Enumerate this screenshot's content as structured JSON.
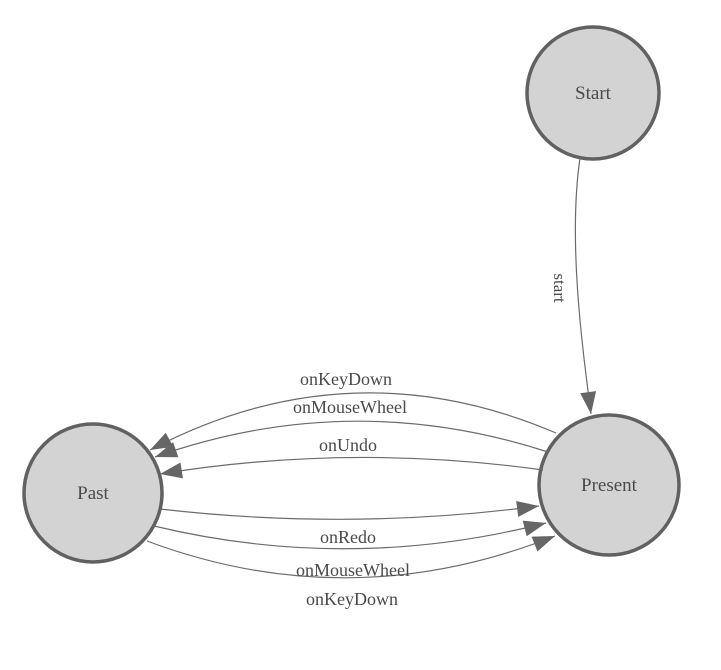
{
  "diagram": {
    "type": "state-diagram",
    "colors": {
      "background": "#ffffff",
      "node_fill": "#d3d3d3",
      "node_border": "#616161",
      "edge_line": "#6b6b6b",
      "arrowhead": "#666666",
      "text": "#4a4a4a"
    },
    "nodes": [
      {
        "id": "start",
        "label": "Start"
      },
      {
        "id": "past",
        "label": "Past"
      },
      {
        "id": "present",
        "label": "Present"
      }
    ],
    "edges": [
      {
        "id": "start-to-present",
        "from": "Start",
        "to": "Present",
        "label": "start"
      },
      {
        "id": "present-to-past-keydown",
        "from": "Present",
        "to": "Past",
        "label": "onKeyDown"
      },
      {
        "id": "present-to-past-mousewheel",
        "from": "Present",
        "to": "Past",
        "label": "onMouseWheel"
      },
      {
        "id": "present-to-past-undo",
        "from": "Present",
        "to": "Past",
        "label": "onUndo"
      },
      {
        "id": "past-to-present-redo",
        "from": "Past",
        "to": "Present",
        "label": "onRedo"
      },
      {
        "id": "past-to-present-mousewheel",
        "from": "Past",
        "to": "Present",
        "label": "onMouseWheel"
      },
      {
        "id": "past-to-present-keydown",
        "from": "Past",
        "to": "Present",
        "label": "onKeyDown"
      }
    ]
  }
}
